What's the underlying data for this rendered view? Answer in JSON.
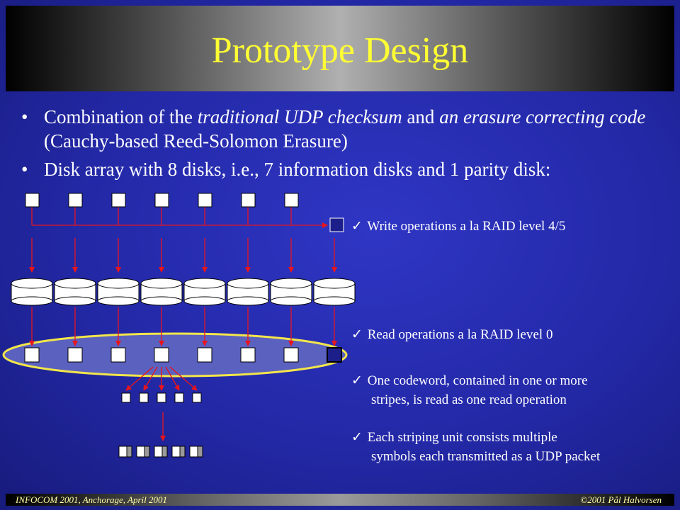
{
  "slide": {
    "title": "Prototype Design",
    "bullets": [
      {
        "dot": "•",
        "parts": [
          {
            "text": "Combination of the ",
            "italic": false
          },
          {
            "text": "traditional UDP checksum",
            "italic": true
          },
          {
            "text": " and ",
            "italic": false
          },
          {
            "text": "an erasure correcting code",
            "italic": true
          },
          {
            "text": " (Cauchy-based  Reed-Solomon Erasure)",
            "italic": false
          }
        ]
      },
      {
        "dot": "•",
        "parts": [
          {
            "text": "Disk array with 8 disks, i.e., 7 information disks and 1 parity disk:",
            "italic": false
          }
        ]
      }
    ],
    "notes": [
      {
        "check": "✓",
        "line1": "Write operations a la RAID level 4/5",
        "line2": ""
      },
      {
        "check": "✓",
        "line1": "Read operations a la RAID level 0",
        "line2": ""
      },
      {
        "check": "✓",
        "line1": "One codeword, contained in one or more",
        "line2": "stripes, is read as one read operation"
      },
      {
        "check": "✓",
        "line1": "Each striping unit consists multiple",
        "line2": "symbols each transmitted as a UDP packet"
      }
    ],
    "footer": {
      "left": "INFOCOM 2001, Anchorage, April 2001",
      "right": "©2001  Pål Halvorsen"
    },
    "colors": {
      "background": "#2328a6",
      "title": "#ffff33",
      "arrow": "#e8141e",
      "ellipse_fill": "#5b61bf",
      "ellipse_stroke": "#f2e64a",
      "parity_block": "#1c1f8a"
    },
    "diagram": {
      "information_disks": 7,
      "parity_disks": 1,
      "codeword_symbols": 5,
      "udp_packets": 5
    }
  }
}
